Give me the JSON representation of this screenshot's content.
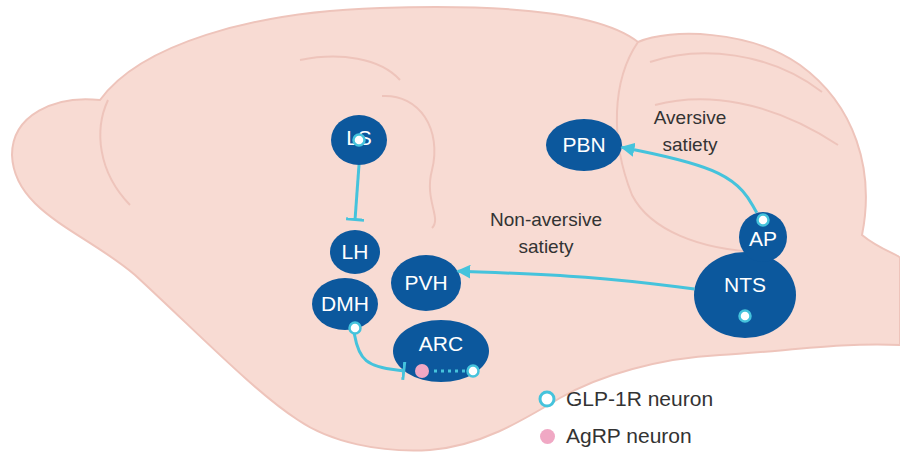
{
  "diagram": {
    "nodes": [
      {
        "text": [
          "LS"
        ]
      },
      {
        "text": [
          "PBN"
        ]
      },
      {
        "text": [
          "LH"
        ]
      },
      {
        "text": [
          "AP"
        ]
      },
      {
        "text": [
          "PVH"
        ]
      },
      {
        "text": [
          "NTS"
        ]
      },
      {
        "text": [
          "DMH"
        ]
      },
      {
        "text": [
          "ARC"
        ]
      }
    ],
    "edges": [
      {
        "from": 0,
        "to": 2,
        "arrow": "to"
      },
      {
        "from": 3,
        "to": 1,
        "label": "Aversive satiety",
        "arrow": "to"
      },
      {
        "from": 5,
        "to": 4,
        "label": "Non-aversive satiety",
        "arrow": "to"
      },
      {
        "from": 6,
        "to": 7,
        "arrow": "to"
      }
    ],
    "legend": [
      {
        "text": "GLP-1R neuron"
      },
      {
        "text": "AgRP neuron",
        "color": "#f0a8c4"
      }
    ]
  }
}
